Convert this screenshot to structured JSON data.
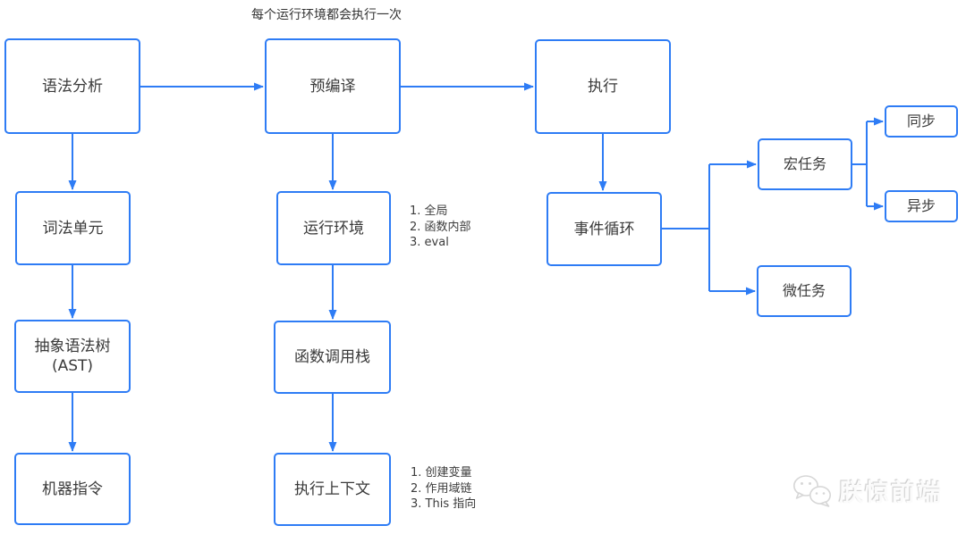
{
  "annotation": {
    "text": "每个运行环境都会执行一次"
  },
  "colors": {
    "accent": "#2e7cf5",
    "node_text": "#3a3a3a",
    "watermark": "#e3e3e3"
  },
  "nodes": {
    "syntax_analysis": {
      "label": "语法分析"
    },
    "precompile": {
      "label": "预编译"
    },
    "execute": {
      "label": "执行"
    },
    "lexical_unit": {
      "label": "词法单元"
    },
    "runtime_env": {
      "label": "运行环境"
    },
    "event_loop": {
      "label": "事件循环"
    },
    "ast": {
      "label": "抽象语法树",
      "sublabel": "(AST)"
    },
    "call_stack": {
      "label": "函数调用栈"
    },
    "machine_code": {
      "label": "机器指令"
    },
    "exec_context": {
      "label": "执行上下文"
    },
    "macro_task": {
      "label": "宏任务"
    },
    "micro_task": {
      "label": "微任务"
    },
    "sync": {
      "label": "同步"
    },
    "async": {
      "label": "异步"
    }
  },
  "notes": {
    "runtime_env": [
      "1. 全局",
      "2. 函数内部",
      "3. eval"
    ],
    "exec_context": [
      "1. 创建变量",
      "2. 作用域链",
      "3. This 指向"
    ]
  },
  "watermark": {
    "text": "朕惊前端",
    "icon": "wechat-logo"
  }
}
